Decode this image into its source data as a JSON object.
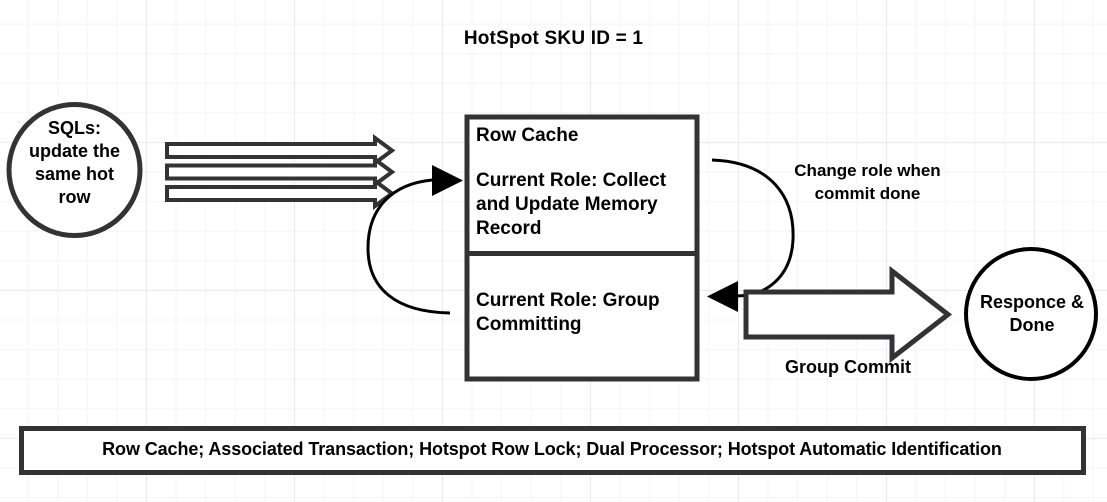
{
  "diagram": {
    "title": "HotSpot SKU ID = 1",
    "source_node": {
      "shape": "circle",
      "label": "SQLs:\nupdate the\nsame hot\nrow"
    },
    "inbound_arrows": {
      "count": 3,
      "style": "hollow-block-arrow",
      "icon": "multi-arrow-right-icon"
    },
    "feedback_arrow": {
      "icon": "curved-arrow-up-icon",
      "label": ""
    },
    "row_cache_box": {
      "heading": "Row Cache",
      "top_cell_role": "Current Role: Collect\nand Update Memory\nRecord",
      "bottom_cell_role": "Current Role: Group\nCommitting"
    },
    "change_role_arrow": {
      "icon": "curved-arrow-down-icon",
      "label": "Change role when\ncommit done"
    },
    "group_commit_arrow": {
      "icon": "block-arrow-right-icon",
      "label": "Group Commit"
    },
    "result_node": {
      "shape": "circle",
      "label": "Responce &\nDone"
    },
    "footer_banner": {
      "label": "Row Cache; Associated Transaction; Hotspot Row Lock; Dual Processor; Hotspot Automatic Identification"
    },
    "colors": {
      "stroke": "#333333",
      "text": "#000000",
      "fill": "#ffffff",
      "grid_minor": "#f4f4fb",
      "grid_major": "#e9e9f6"
    }
  }
}
